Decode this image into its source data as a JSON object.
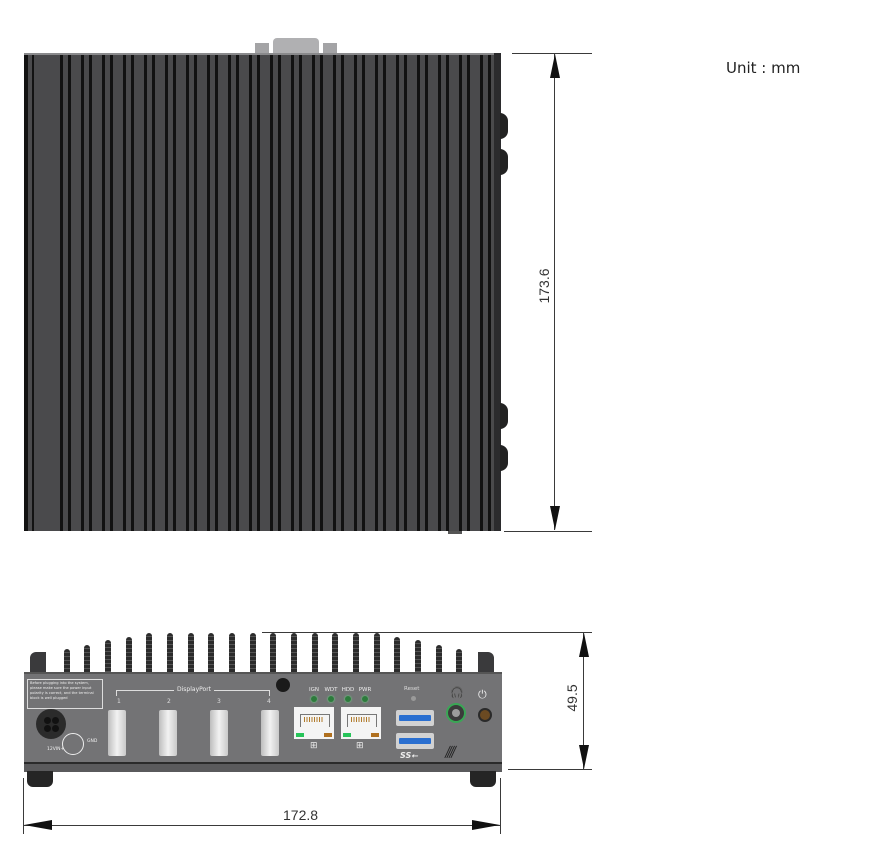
{
  "drawing": {
    "unit_label": "Unit : mm",
    "top_view": {
      "height_dimension": "173.6"
    },
    "front_view": {
      "height_dimension": "49.5",
      "width_dimension": "172.8",
      "warning_label": "Before plugging into the system, please make sure the power input polarity is correct, and the terminal block is well plugged",
      "terminal_labels": {
        "gnd": "GND",
        "vin": "12VIN+"
      },
      "displayport": {
        "label": "DisplayPort",
        "ports": [
          "1",
          "2",
          "3",
          "4"
        ]
      },
      "leds": [
        {
          "label": "IGN",
          "color": "#2d7a3c"
        },
        {
          "label": "WDT",
          "color": "#2d7a3c"
        },
        {
          "label": "HDD",
          "color": "#2d7a3c"
        },
        {
          "label": "PWR",
          "color": "#2d7a3c"
        }
      ],
      "lan_ports": [
        {
          "icon": "network-icon",
          "glyph": "⊞"
        },
        {
          "icon": "network-icon",
          "glyph": "⊞"
        }
      ],
      "usb": {
        "logo": "SS⭠",
        "count": 2,
        "color": "#2a6fd0"
      },
      "reset_label": "Reset",
      "headphone_glyph": "🎧",
      "power_glyph": "⏻"
    }
  }
}
